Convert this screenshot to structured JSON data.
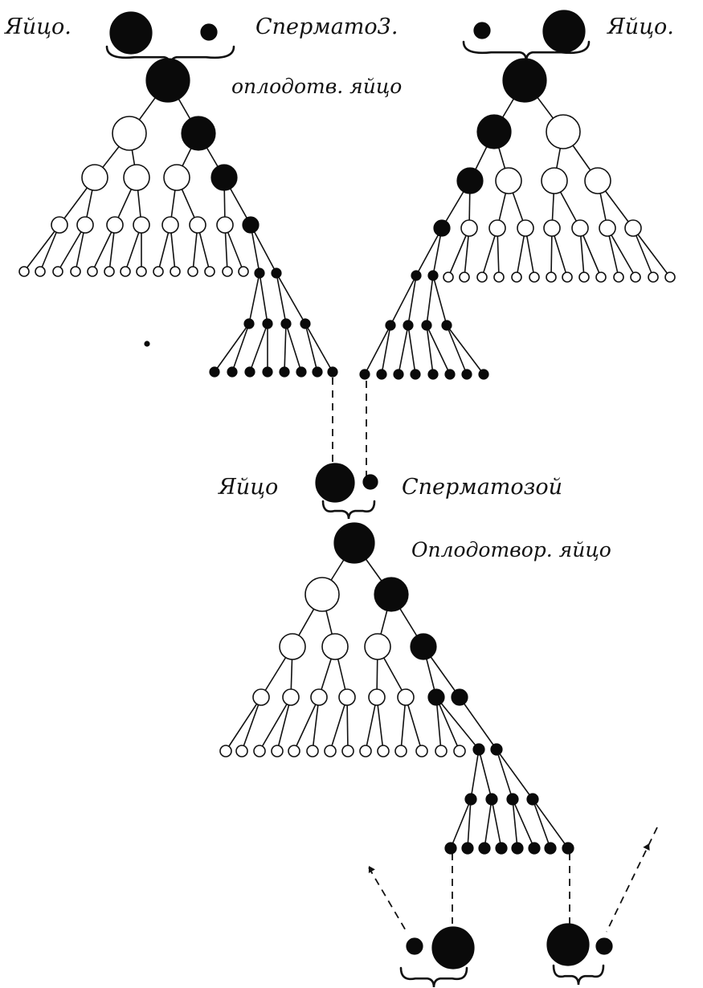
{
  "labels": {
    "top_left_egg": "Яйцо.",
    "top_sperm": "Спермато3.",
    "top_right_egg": "Яйцо.",
    "top_fertilized": "оплодотв. яйцо",
    "mid_egg": "Яйцо",
    "mid_sperm": "Сперматозой",
    "mid_fertilized": "Оплодотвор. яйцо"
  },
  "colors": {
    "germ_line": "#0a0a0a",
    "soma": "#ffffff",
    "ink": "#111111"
  }
}
